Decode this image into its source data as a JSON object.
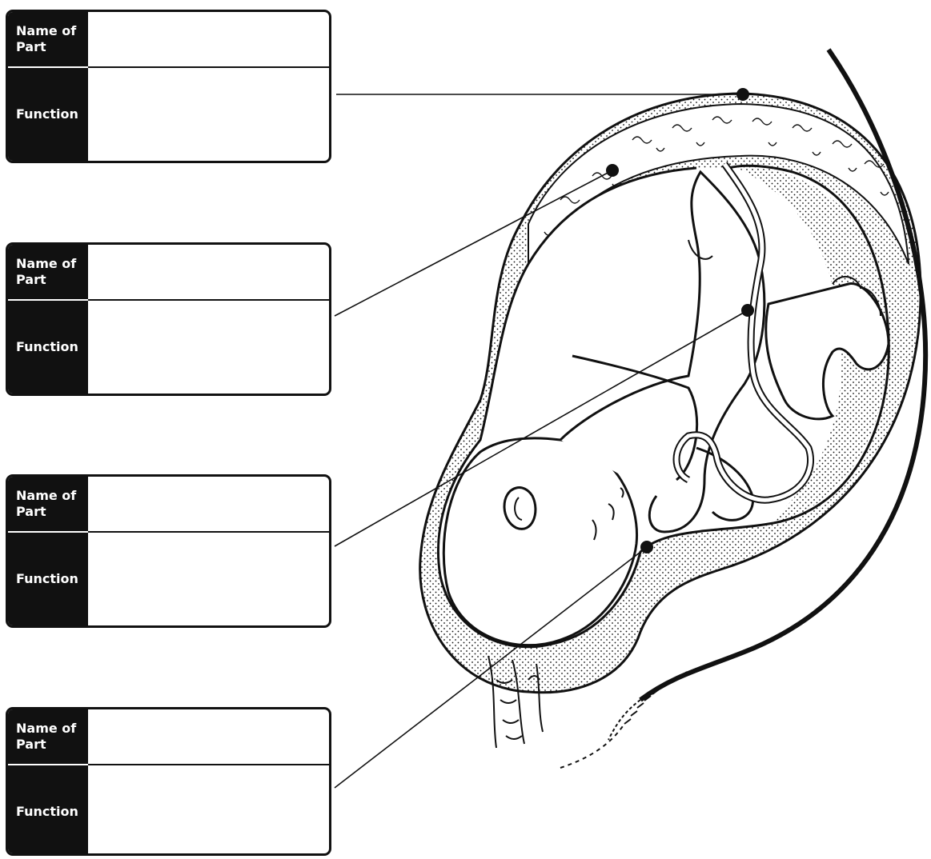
{
  "worksheet": {
    "labels": [
      {
        "name_label": "Name of Part",
        "function_label": "Function"
      },
      {
        "name_label": "Name of Part",
        "function_label": "Function"
      },
      {
        "name_label": "Name of Part",
        "function_label": "Function"
      },
      {
        "name_label": "Name of Part",
        "function_label": "Function"
      }
    ]
  },
  "colors": {
    "ink": "#111111",
    "paper": "#ffffff"
  }
}
